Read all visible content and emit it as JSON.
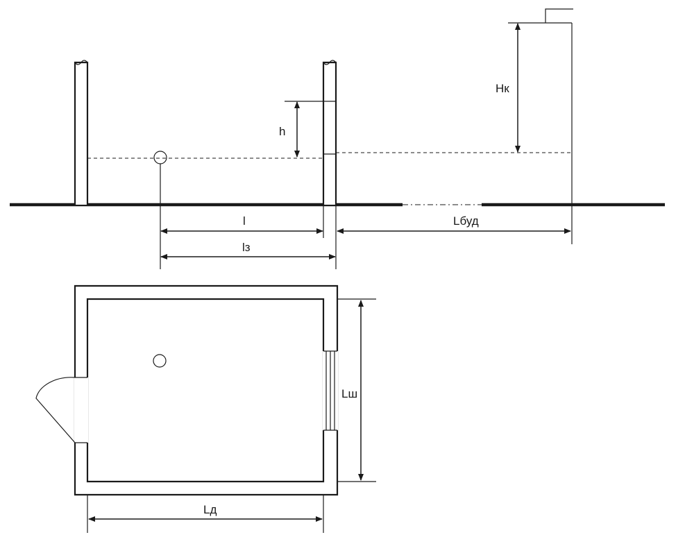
{
  "labels": {
    "h": "h",
    "Hk": "Нк",
    "l": "l",
    "l3": "lз",
    "Lbud": "Lбуд",
    "Lsh": "Lш",
    "Ld": "Lд"
  }
}
